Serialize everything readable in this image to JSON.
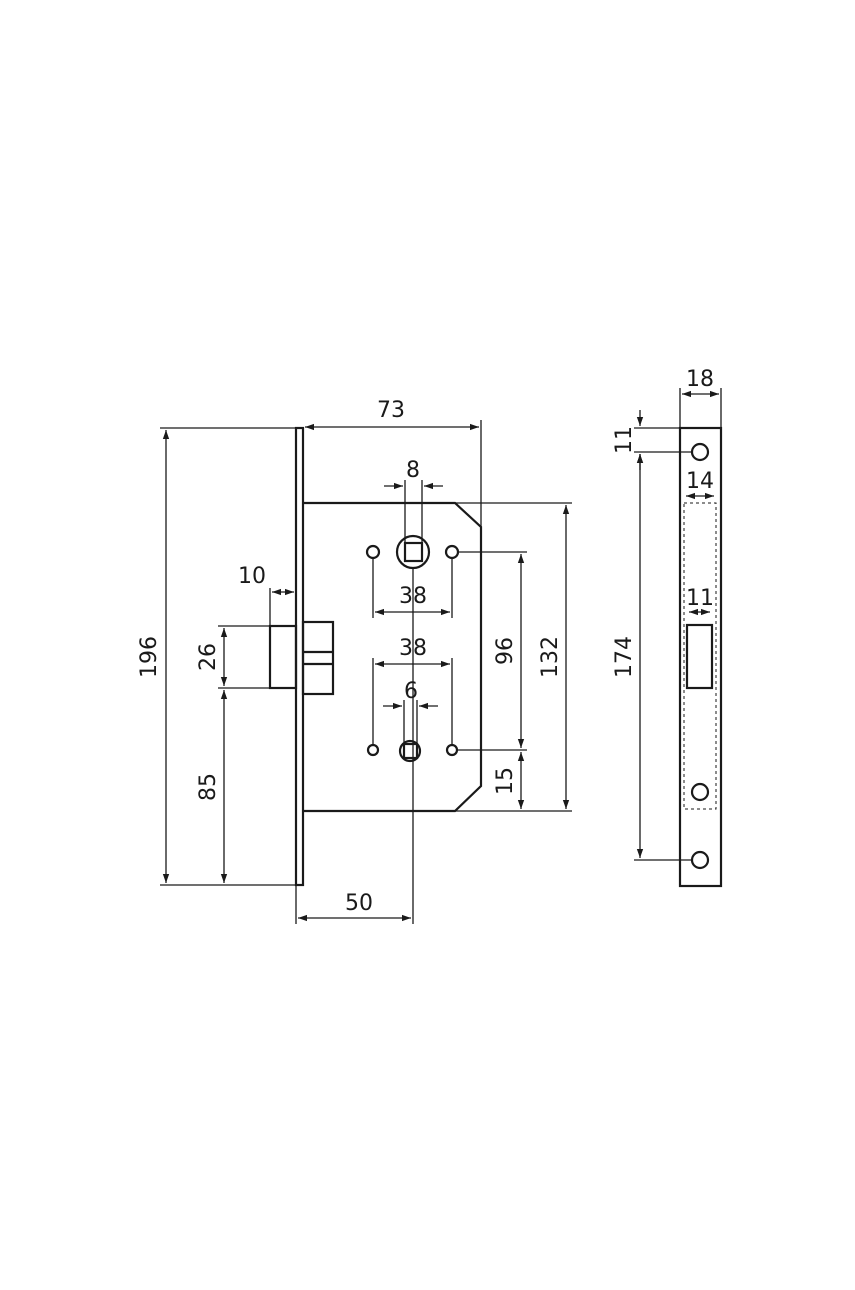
{
  "dimensions": {
    "overall_height": "196",
    "body_depth": "73",
    "spindle_square": "8",
    "spindle_spacing_top": "38",
    "spindle_spacing_bottom": "38",
    "latch_projection": "10",
    "latch_height": "26",
    "latch_from_bottom": "85",
    "handle_center_distance": "96",
    "body_height": "132",
    "lower_offset": "15",
    "turn_square": "6",
    "backset": "50",
    "faceplate_width": "18",
    "faceplate_top_offset": "11",
    "faceplate_inner_width": "14",
    "strike_opening_width": "11",
    "faceplate_hole_span": "174"
  }
}
